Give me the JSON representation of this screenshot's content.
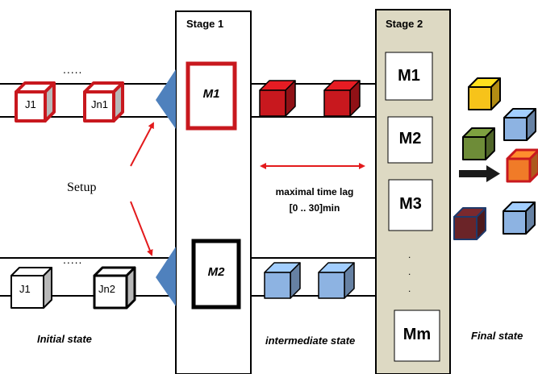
{
  "stage1": {
    "title": "Stage 1",
    "machines": [
      "M1",
      "M2"
    ]
  },
  "stage2": {
    "title": "Stage 2",
    "machines": [
      "M1",
      "M2",
      "M3",
      "Mm"
    ],
    "ellipsis": ".\n.\n."
  },
  "queues": {
    "top": {
      "first_job": "J1",
      "ellipsis": ".....",
      "last_job": "Jn1"
    },
    "bottom": {
      "first_job": "J1",
      "ellipsis": ".....",
      "last_job": "Jn2"
    }
  },
  "setup_label": "Setup",
  "time_lag": {
    "line1": "maximal  time lag",
    "line2": "[0 .. 30]min"
  },
  "states": {
    "initial": "Initial state",
    "intermediate": "intermediate state",
    "final": "Final state"
  },
  "colors": {
    "job_red": "#c8181e",
    "job_blue": "#8db3e2",
    "job_yellow": "#f7c31a",
    "job_green": "#6e8c38",
    "job_orange": "#f07b28",
    "job_darkred": "#6b2428",
    "stage2_fill": "#ddd9c3",
    "arrow_blue": "#4f81bd",
    "arrow_red": "#e31a1c"
  }
}
